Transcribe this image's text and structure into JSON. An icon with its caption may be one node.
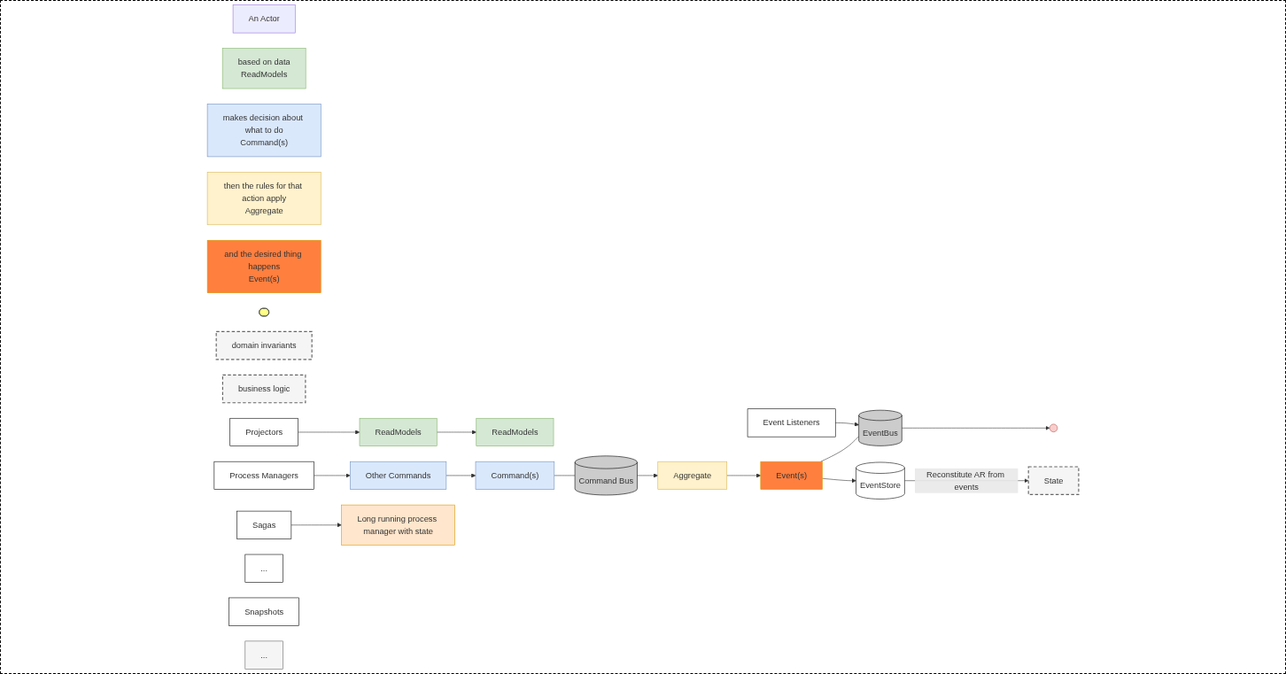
{
  "diagram": {
    "nodes": [
      {
        "text": [
          "An Actor"
        ]
      },
      {
        "text": [
          "based on data",
          "ReadModels"
        ]
      },
      {
        "text": [
          "makes decision about what to do",
          "Command(s)"
        ]
      },
      {
        "text": [
          "then the rules for that action apply",
          "Aggregate"
        ]
      },
      {
        "text": [
          "and the desired thing happens",
          "Event(s)"
        ]
      },
      {
        "text": [],
        "shape": "person"
      },
      {
        "text": [
          "ReadModels"
        ]
      },
      {
        "text": [
          "Command(s)"
        ]
      },
      {
        "text": [
          "Command Bus"
        ]
      },
      {
        "text": [
          "Aggregate"
        ]
      },
      {
        "text": [
          "domain invariants"
        ]
      },
      {
        "text": [
          "business logic"
        ]
      },
      {
        "text": [
          "State"
        ]
      },
      {
        "text": [
          "Event(s)"
        ]
      },
      {
        "text": [
          "EventBus"
        ]
      },
      {
        "text": [],
        "shape": "circle"
      },
      {
        "text": [
          "Event Listeners"
        ]
      },
      {
        "text": [
          "Projectors"
        ]
      },
      {
        "text": [
          "Process Managers"
        ]
      },
      {
        "text": [
          "Sagas"
        ]
      },
      {
        "text": [
          "..."
        ]
      },
      {
        "text": [
          "EventStore"
        ]
      },
      {
        "text": [
          "Snapshots"
        ]
      },
      {
        "text": [
          "ReadModels"
        ]
      },
      {
        "text": [
          "Other Commands"
        ]
      },
      {
        "text": [
          "Long running process manager with state"
        ]
      },
      {
        "text": [
          "..."
        ]
      }
    ],
    "edges": [
      {
        "from": 7,
        "to": 8,
        "arrow": "none"
      },
      {
        "from": 8,
        "to": 9,
        "arrow": "to"
      },
      {
        "from": 9,
        "to": 13,
        "arrow": "to"
      },
      {
        "from": 13,
        "to": 14,
        "arrow": "none"
      },
      {
        "from": 14,
        "to": 15,
        "arrow": "to"
      },
      {
        "from": 16,
        "to": 14,
        "arrow": "to"
      },
      {
        "from": 13,
        "to": 21,
        "arrow": "to"
      },
      {
        "from": 21,
        "to": 12,
        "arrow": "to",
        "label": "Reconstitute AR from events"
      },
      {
        "from": 17,
        "to": 23,
        "arrow": "to"
      },
      {
        "from": 18,
        "to": 24,
        "arrow": "to"
      },
      {
        "from": 19,
        "to": 25,
        "arrow": "to"
      },
      {
        "from": 23,
        "to": 6,
        "arrow": "to"
      },
      {
        "from": 24,
        "to": 7,
        "arrow": "to"
      }
    ]
  }
}
